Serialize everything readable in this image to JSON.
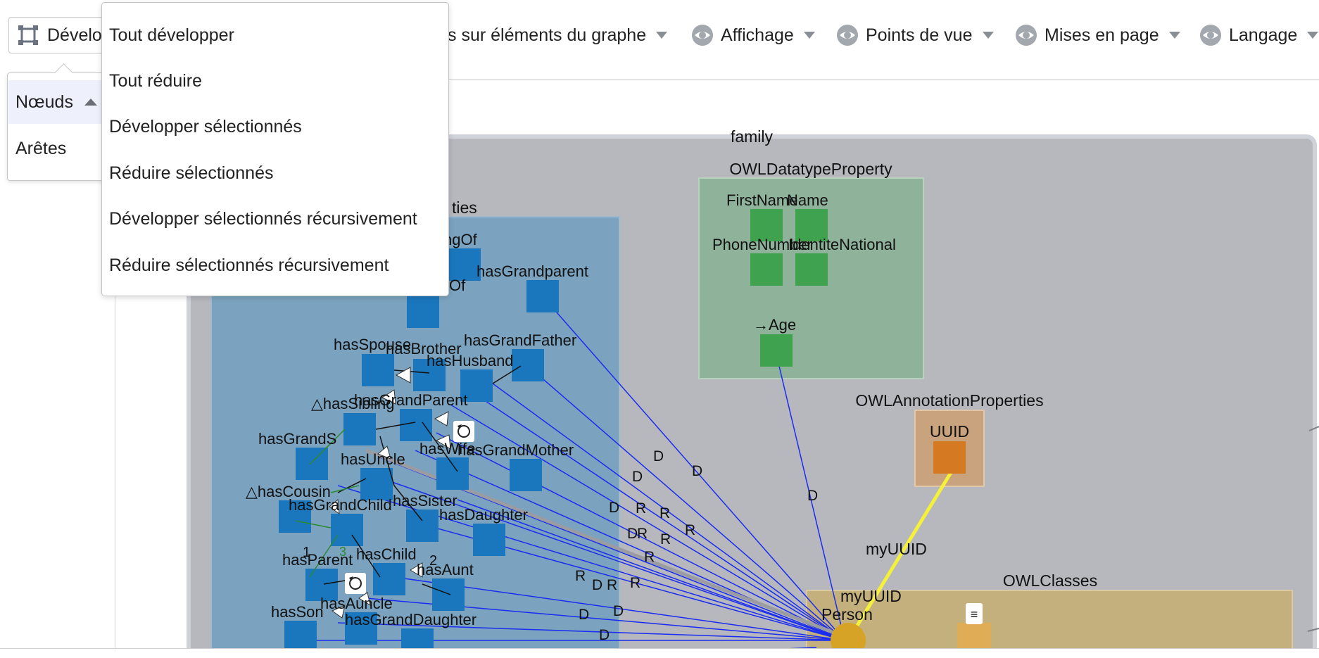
{
  "toolbar": {
    "expand_button_label": "Dévelo",
    "graph_elements_label": "s sur éléments du graphe",
    "display_label": "Affichage",
    "viewpoints_label": "Points de vue",
    "layouts_label": "Mises en page",
    "language_label": "Langage"
  },
  "expand_menu": {
    "items": [
      "Tout développer",
      "Tout réduire",
      "Développer sélectionnés",
      "Réduire sélectionnés",
      "Développer sélectionnés récursivement",
      "Réduire sélectionnés récursivement"
    ]
  },
  "target_menu": {
    "nodes_label": "Nœuds",
    "edges_label": "Arêtes"
  },
  "graph": {
    "groups": {
      "family": "family",
      "object_properties": "ties",
      "datatype": "OWLDatatypeProperty",
      "annotation": "OWLAnnotationProperties",
      "classes": "OWLClasses"
    },
    "node_labels": {
      "siblingOf": "blingOf",
      "of": "Of",
      "hasGrandparent": "hasGrandparent",
      "hasSpouse": "hasSpouse",
      "hasBrother": "hasBrother",
      "hasGrandFather": "hasGrandFather",
      "hasHusband": "hasHusband",
      "hasSibling": "△hasSibling",
      "hasGrandParent": "hasGrandParent",
      "hasGrandS": "hasGrandS",
      "hasWife": "hasWife",
      "hasGrandMother": "hasGrandMother",
      "hasUncle": "hasUncle",
      "hasCousin": "△hasCousin",
      "hasGrandChild": "hasGrandChild",
      "hasSister": "hasSister",
      "hasDaughter": "hasDaughter",
      "hasParent": "hasParent",
      "hasChild": "hasChild",
      "hasAunt": "hasAunt",
      "hasSon": "hasSon",
      "hasAuncle": "hasAuncle",
      "hasGrandDaughter": "hasGrandDaughter",
      "firstName": "FirstName",
      "name": "Name",
      "phoneNumber": "PhoneNumber",
      "identiteNational": "IdentiteNational",
      "age": "→Age",
      "uuid": "UUID",
      "myUUID_edge": "myUUID",
      "myUUID": "myUUID",
      "person": "Person"
    },
    "edge_domain_letter": "D",
    "edge_range_letter": "R",
    "cardinality_one": "1",
    "cardinality_two": "2",
    "cardinality_three": "3",
    "class_menu_glyph": "≡"
  },
  "colors": {
    "canvas_bg": "#b6b8be",
    "object_group": "#7ba3bf",
    "datatype_group": "#8fb29a",
    "annotation_group": "#c9a37d",
    "classes_group": "#c4b07c",
    "object_node": "#1a77bd",
    "datatype_node": "#3ea24f",
    "annotation_node": "#d57a23",
    "edge_blue": "#1a2cf0",
    "uuid_edge": "#f5f03a",
    "person_node": "#d6a326"
  },
  "icons": {
    "expand": "expand-collapse-icon",
    "eye": "eye-icon",
    "caret": "caret-down-icon",
    "refresh": "refresh-icon"
  }
}
